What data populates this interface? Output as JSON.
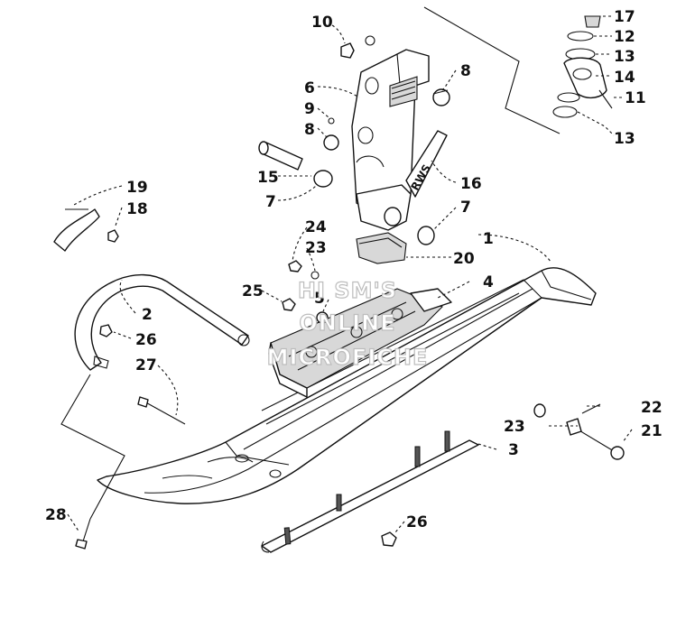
{
  "watermark": {
    "line1": "HI SM'S",
    "line2": "ONLINE",
    "line3": "MICROFICHE"
  },
  "callouts": [
    {
      "id": "c10",
      "text": "10"
    },
    {
      "id": "c17",
      "text": "17"
    },
    {
      "id": "c12",
      "text": "12"
    },
    {
      "id": "c13a",
      "text": "13"
    },
    {
      "id": "c14",
      "text": "14"
    },
    {
      "id": "c11",
      "text": "11"
    },
    {
      "id": "c13b",
      "text": "13"
    },
    {
      "id": "c8a",
      "text": "8"
    },
    {
      "id": "c6",
      "text": "6"
    },
    {
      "id": "c9",
      "text": "9"
    },
    {
      "id": "c8b",
      "text": "8"
    },
    {
      "id": "c15",
      "text": "15"
    },
    {
      "id": "c7a",
      "text": "7"
    },
    {
      "id": "c16",
      "text": "16"
    },
    {
      "id": "c7b",
      "text": "7"
    },
    {
      "id": "c19",
      "text": "19"
    },
    {
      "id": "c18",
      "text": "18"
    },
    {
      "id": "c24",
      "text": "24"
    },
    {
      "id": "c23a",
      "text": "23"
    },
    {
      "id": "c1",
      "text": "1"
    },
    {
      "id": "c20",
      "text": "20"
    },
    {
      "id": "c25",
      "text": "25"
    },
    {
      "id": "c5",
      "text": "5"
    },
    {
      "id": "c4",
      "text": "4"
    },
    {
      "id": "c2",
      "text": "2"
    },
    {
      "id": "c26a",
      "text": "26"
    },
    {
      "id": "c27",
      "text": "27"
    },
    {
      "id": "c22",
      "text": "22"
    },
    {
      "id": "c23b",
      "text": "23"
    },
    {
      "id": "c21",
      "text": "21"
    },
    {
      "id": "c3",
      "text": "3"
    },
    {
      "id": "c28",
      "text": "28"
    },
    {
      "id": "c26b",
      "text": "26"
    }
  ]
}
